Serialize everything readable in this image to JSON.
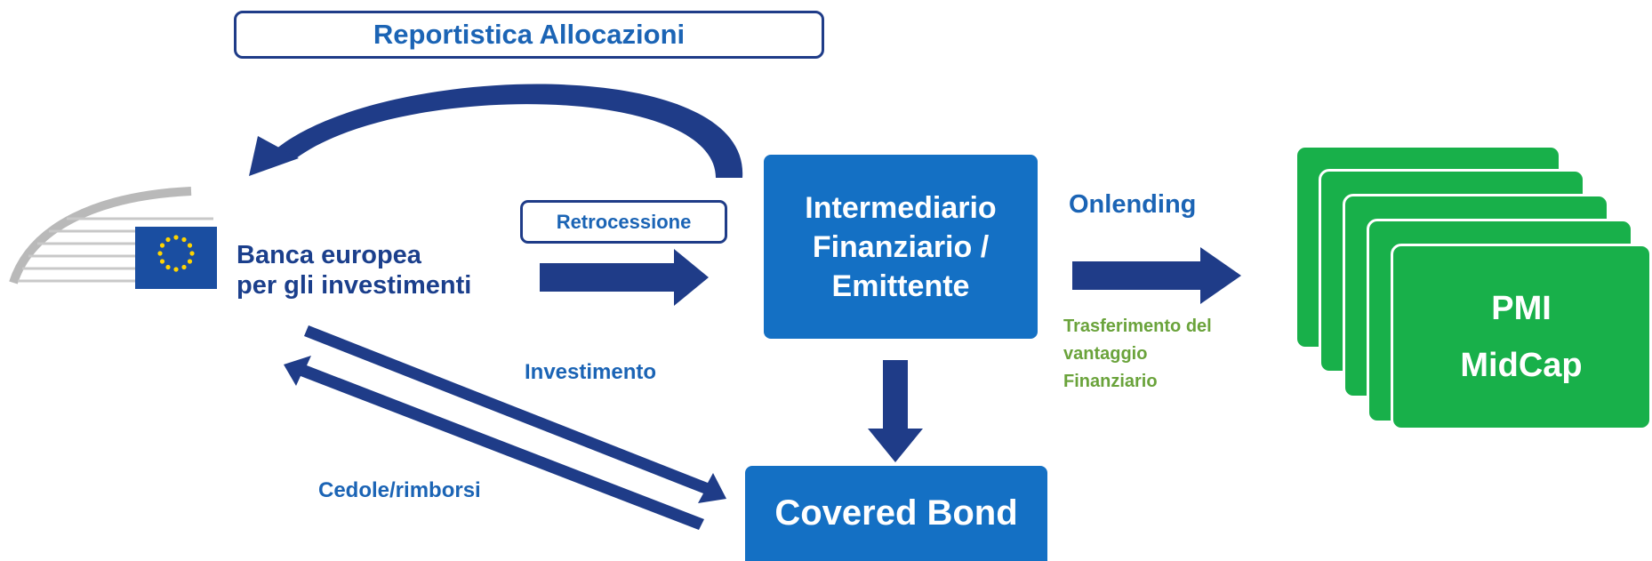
{
  "top_box": {
    "label": "Reportistica Allocazioni"
  },
  "retro_box": {
    "label": "Retrocessione"
  },
  "intermediario": {
    "line1": "Intermediario",
    "line2": "Finanziario /",
    "line3": "Emittente"
  },
  "covered_bond": {
    "label": "Covered Bond"
  },
  "onlending": {
    "label": "Onlending"
  },
  "trasferimento": {
    "line1": "Trasferimento del",
    "line2": "vantaggio",
    "line3": "Finanziario"
  },
  "investimento": {
    "label": "Investimento"
  },
  "cedole": {
    "label": "Cedole/rimborsi"
  },
  "pmi": {
    "line1": "PMI",
    "line2": "MidCap"
  },
  "eib": {
    "line1": "Banca europea",
    "line2": "per gli investimenti"
  },
  "colors": {
    "arrow": "#1f3c88",
    "box_blue": "#1470c4",
    "text_blue": "#1b64b5",
    "green": "#18b04a",
    "green_text": "#6aa33b"
  }
}
